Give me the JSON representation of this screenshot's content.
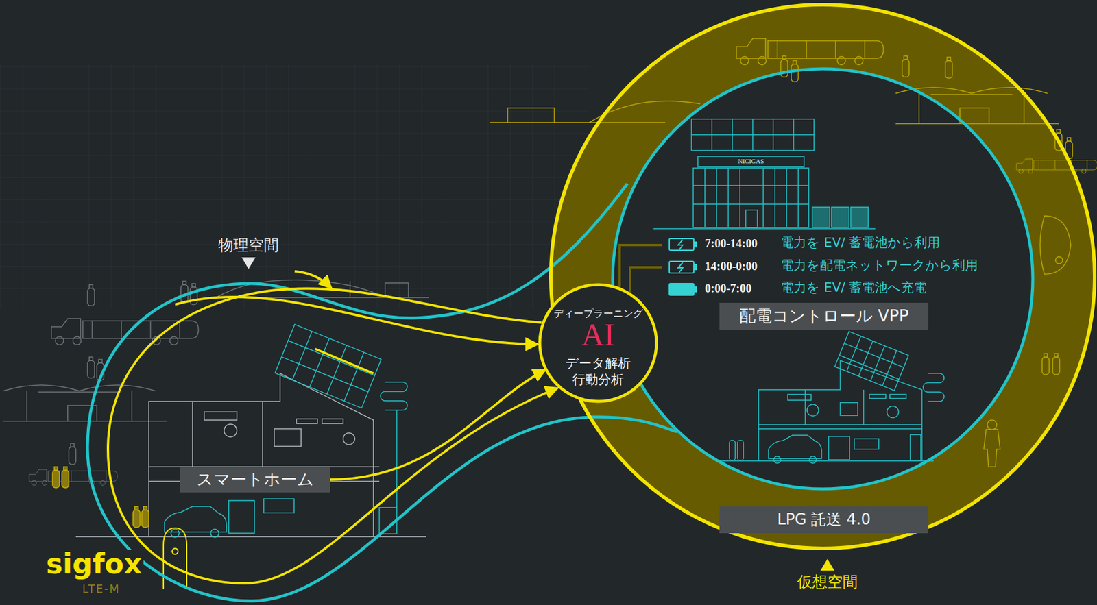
{
  "diagram": {
    "nodes": [
      {
        "text": [
          "スマートホーム"
        ]
      },
      {
        "text": [
          "ディープラーニング",
          "AI",
          "データ解析 行動分析"
        ]
      },
      {
        "text": [
          "配電コントロール VPP"
        ]
      },
      {
        "text": [
          "LPG 託送 4.0"
        ]
      }
    ],
    "edges": [
      {
        "from": 0,
        "to": 1,
        "arrow": "to"
      }
    ],
    "labels": [
      "物理空間",
      "仮想空間",
      "NICIGAS",
      "7:00-14:00",
      "電力を EV/ 蓄電池から利用",
      "14:00-0:00",
      "電力を配電ネットワークから利用",
      "0:00-7:00",
      "電力を EV/ 蓄電池へ充電",
      "sigfox",
      "LTE-M"
    ]
  }
}
